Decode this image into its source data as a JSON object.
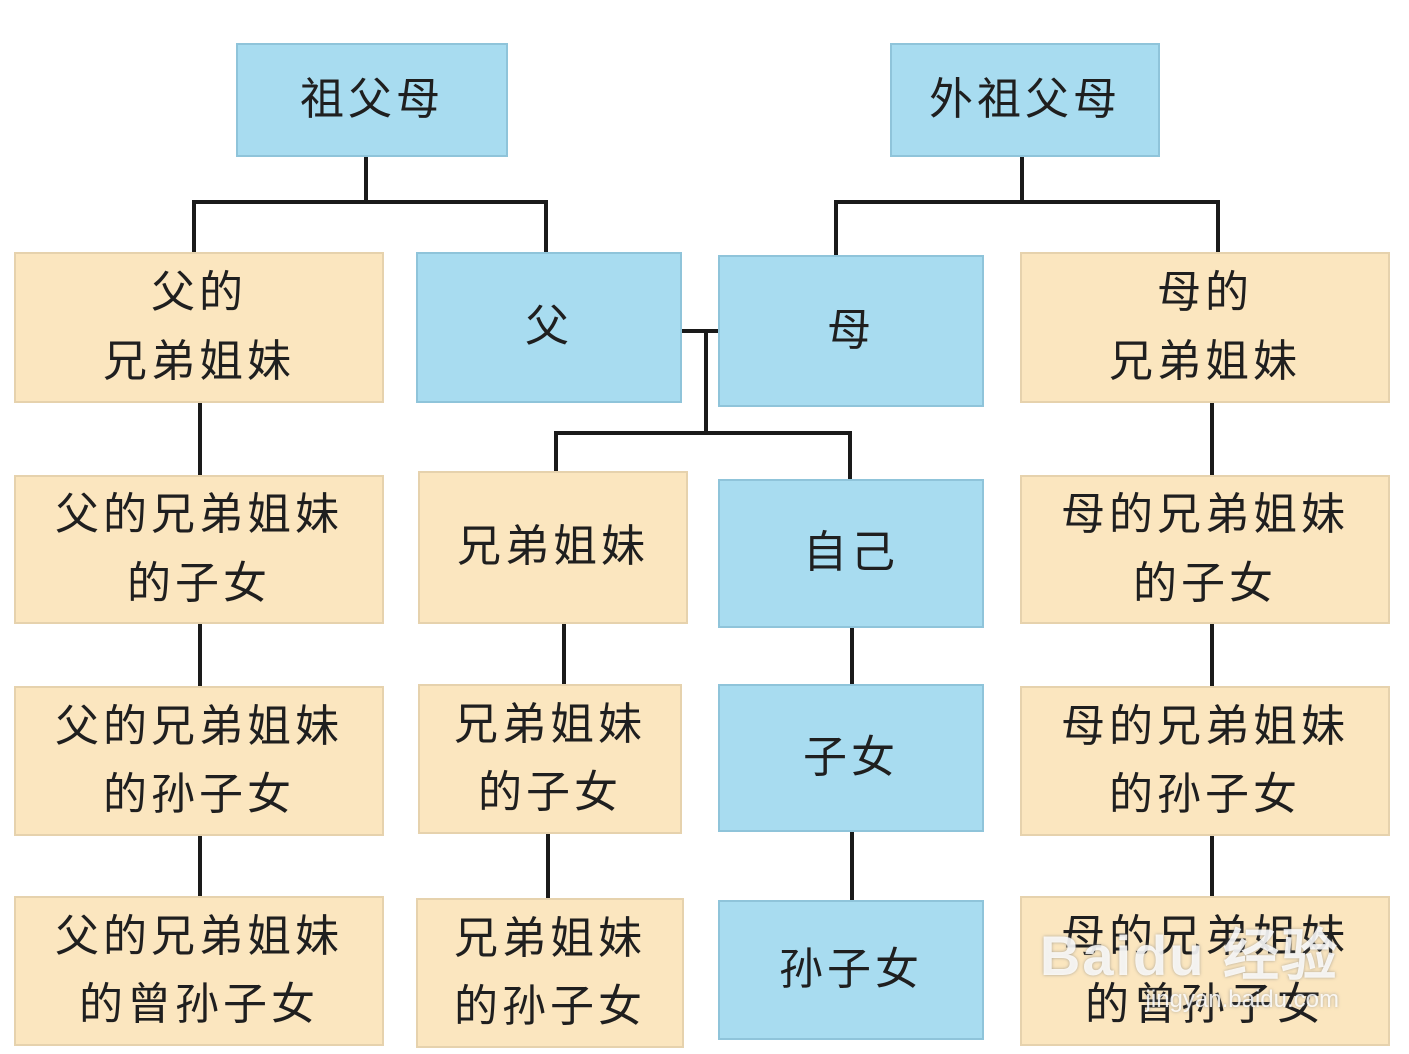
{
  "nodes": {
    "grandparents": "祖父母",
    "maternal_grandparents": "外祖父母",
    "father_siblings": [
      "父的",
      "兄弟姐妹"
    ],
    "father": "父",
    "mother": "母",
    "mother_siblings": [
      "母的",
      "兄弟姐妹"
    ],
    "father_siblings_children": [
      "父的兄弟姐妹",
      "的子女"
    ],
    "siblings": "兄弟姐妹",
    "self": "自己",
    "mother_siblings_children": [
      "母的兄弟姐妹",
      "的子女"
    ],
    "father_siblings_grandchildren": [
      "父的兄弟姐妹",
      "的孙子女"
    ],
    "siblings_children": [
      "兄弟姐妹",
      "的子女"
    ],
    "children": "子女",
    "mother_siblings_grandchildren": [
      "母的兄弟姐妹",
      "的孙子女"
    ],
    "father_siblings_great_grandchildren": [
      "父的兄弟姐妹",
      "的曾孙子女"
    ],
    "siblings_grandchildren": [
      "兄弟姐妹",
      "的孙子女"
    ],
    "grandchildren": "孙子女",
    "mother_siblings_great_grandchildren": [
      "母的兄弟姐妹",
      "的曾孙子女"
    ]
  },
  "watermark": {
    "brand": "Baidu 经验",
    "url": "jingyan.baidu.com"
  },
  "colors": {
    "direct_line": "#a8dcf0",
    "collateral": "#fbe6bf",
    "connector": "#1a1a1a"
  }
}
